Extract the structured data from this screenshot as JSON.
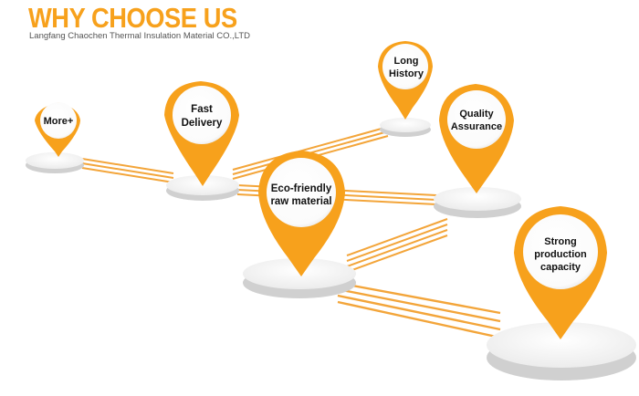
{
  "header": {
    "title": "WHY CHOOSE US",
    "company": "Langfang Chaochen Thermal Insulation Material CO.,LTD"
  },
  "colors": {
    "accent": "#f7a11c",
    "line": "#f3a53a",
    "platform_top": "#f3f3f3",
    "platform_side": "#cfcfcf"
  },
  "items": {
    "more": {
      "label_line1": "More+",
      "label_line2": ""
    },
    "fast_delivery": {
      "label_line1": "Fast",
      "label_line2": "Delivery"
    },
    "long_history": {
      "label_line1": "Long",
      "label_line2": "History"
    },
    "quality_assurance": {
      "label_line1": "Quality",
      "label_line2": "Assurance"
    },
    "eco_friendly": {
      "label_line1": "Eco-friendly",
      "label_line2": "raw material"
    },
    "strong_production": {
      "label_line1": "Strong",
      "label_line2": "production",
      "label_line3": "capacity"
    }
  }
}
